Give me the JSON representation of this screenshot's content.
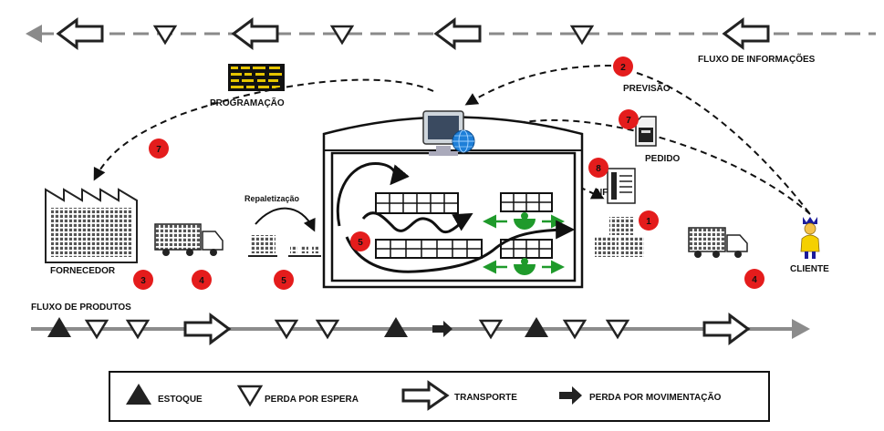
{
  "labels": {
    "info_flow": "FLUXO DE INFORMAÇÕES",
    "product_flow": "FLUXO DE PRODUTOS",
    "programacao": "PROGRAMAÇÃO",
    "previsao": "PREVISÃO",
    "pedido": "PEDIDO",
    "nf": "NF",
    "fornecedor": "FORNECEDOR",
    "cliente": "CLIENTE",
    "repaletizacao": "Repaletização"
  },
  "markers": [
    "2",
    "7",
    "7",
    "8",
    "1",
    "3",
    "4",
    "5",
    "5",
    "4"
  ],
  "legend": {
    "estoque": "ESTOQUE",
    "perda_espera": "PERDA POR ESPERA",
    "transporte": "TRANSPORTE",
    "perda_movimentacao": "PERDA POR MOVIMENTAÇÃO"
  },
  "colors": {
    "marker_red": "#e41c1c",
    "info_arrow": "#8a8a8a",
    "product_arrow": "#8c8c8c",
    "green_arrows": "#1f9a2b"
  },
  "icons": [
    "computer-globe-icon",
    "factory-icon",
    "truck-icon",
    "pallet-icon",
    "customer-person-icon",
    "schedule-grid-icon",
    "order-document-icon",
    "invoice-document-icon"
  ]
}
